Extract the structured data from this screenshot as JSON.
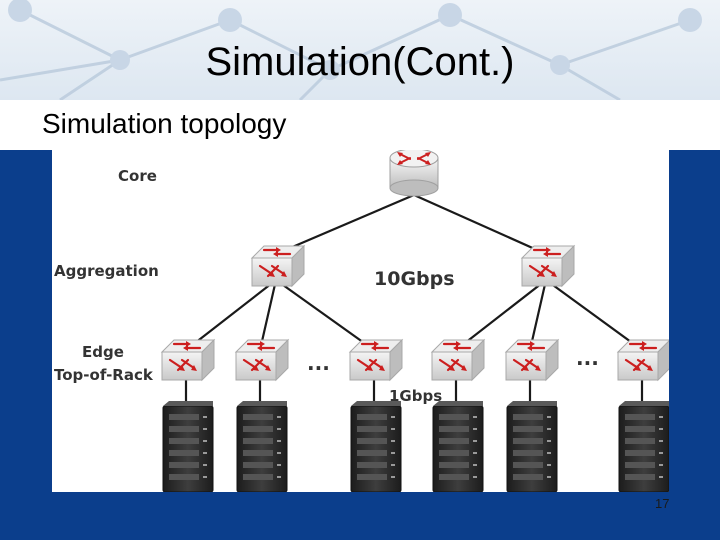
{
  "slide": {
    "title": "Simulation(Cont.)",
    "subtitle": "Simulation topology",
    "page_number": "17"
  },
  "diagram": {
    "layers": {
      "core": "Core",
      "aggregation": "Aggregation",
      "edge_line1": "Edge",
      "edge_line2": "Top-of-Rack"
    },
    "links": {
      "upper_speed": "10Gbps",
      "lower_speed": "1Gbps"
    },
    "ellipsis_left": "...",
    "ellipsis_right": "..."
  },
  "colors": {
    "slide_blue": "#0b3e8c",
    "switch_arrow": "#cc1f1f",
    "server_dark": "#2c2c2c"
  }
}
